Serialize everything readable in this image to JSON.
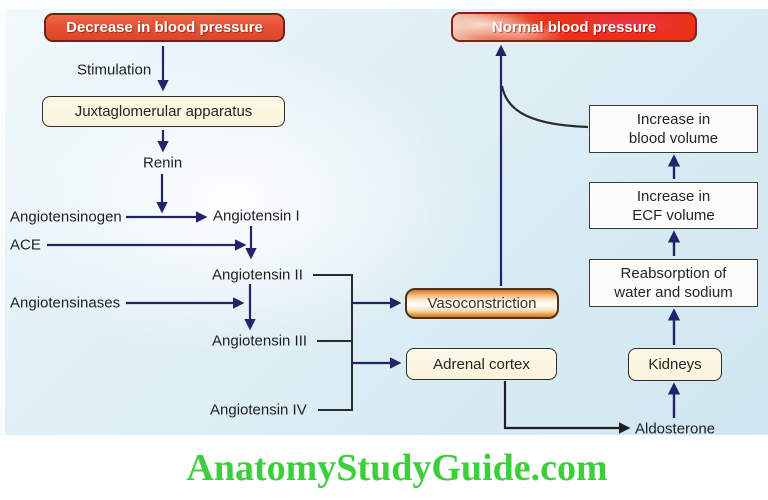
{
  "colors": {
    "decrease_red": "#e65236",
    "normal_red": "#ee2d15",
    "cream_box": "#faf6dd",
    "vaso_orange": "#e08b33",
    "arrow_navy": "#23236a",
    "line_dark": "#2b2b2b",
    "watermark_green": "#3ccf3c",
    "background_blue": "#d8ebf3"
  },
  "nodes": {
    "decrease": "Decrease in blood pressure",
    "normal": "Normal blood pressure",
    "juxtaglomerular": "Juxtaglomerular apparatus",
    "vasoconstriction": "Vasoconstriction",
    "adrenal_cortex": "Adrenal cortex",
    "kidneys": "Kidneys",
    "increase_blood_volume": {
      "line1": "Increase in",
      "line2": "blood volume"
    },
    "increase_ecf_volume": {
      "line1": "Increase in",
      "line2": "ECF volume"
    },
    "reabsorption": {
      "line1": "Reabsorption of",
      "line2": "water and sodium"
    }
  },
  "labels": {
    "stimulation": "Stimulation",
    "renin": "Renin",
    "angiotensinogen": "Angiotensinogen",
    "ace": "ACE",
    "angiotensinases": "Angiotensinases",
    "angiotensin_i": "Angiotensin I",
    "angiotensin_ii": "Angiotensin II",
    "angiotensin_iii": "Angiotensin III",
    "angiotensin_iv": "Angiotensin IV",
    "aldosterone": "Aldosterone"
  },
  "watermark": {
    "text": "AnatomyStudyGuide.com"
  }
}
